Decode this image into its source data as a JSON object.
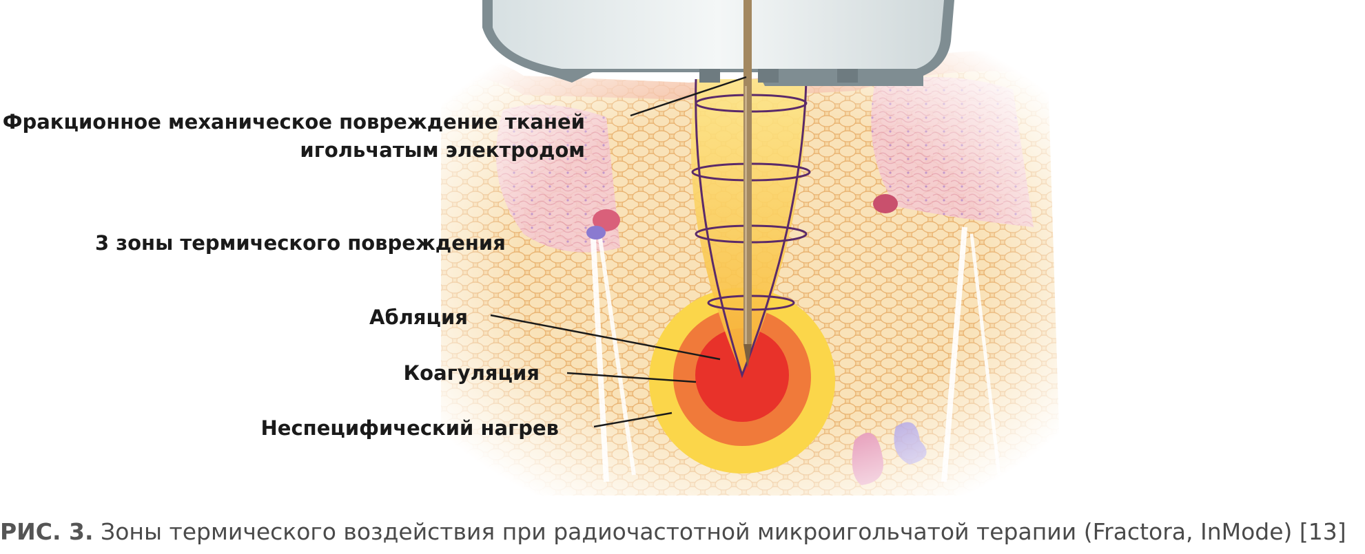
{
  "labels": {
    "mechanical_line1": "Фракционное механическое повреждение тканей",
    "mechanical_line2": "игольчатым электродом",
    "zones_heading": "3 зоны термического повреждения",
    "ablation": "Абляция",
    "coagulation": "Коагуляция",
    "heating": "Неспецифический нагрев"
  },
  "caption": {
    "number": "РИС. 3.",
    "text": " Зоны термического воздействия при радиочастотной микроигольчатой терапии (Fractora, InMode) [13]"
  },
  "colors": {
    "skin": "#f6d49a",
    "dermis_pink": "#f2c3cf",
    "needle": "#a38860",
    "outline": "#5a2a6a",
    "ablation": "#e8322a",
    "coagulation": "#f07a3a",
    "heating": "#fbd64a"
  }
}
